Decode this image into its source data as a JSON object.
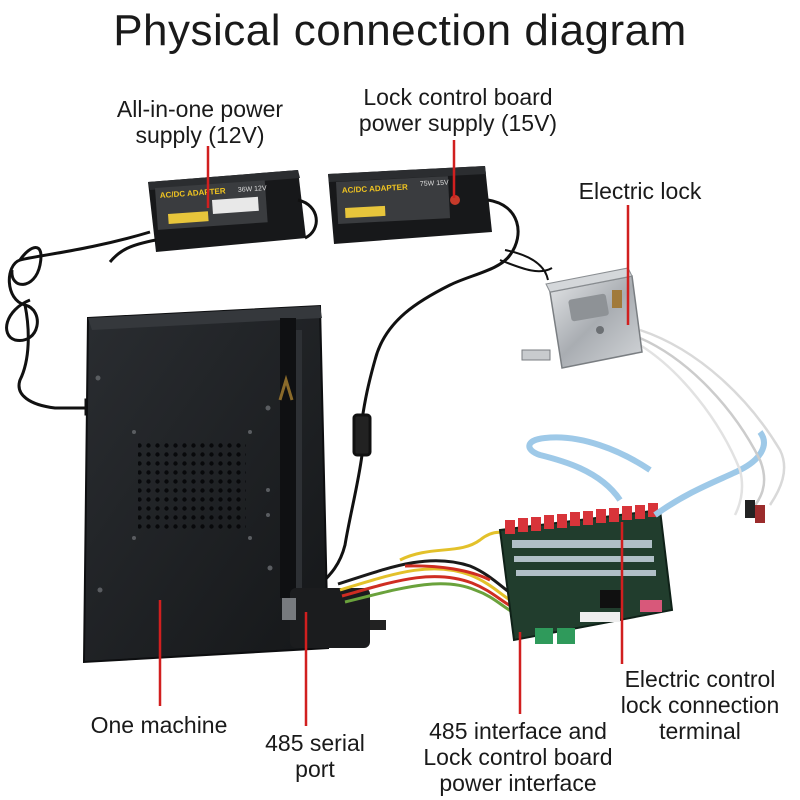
{
  "title": "Physical connection diagram",
  "labels": {
    "power_12v": [
      "All-in-one power",
      "supply (12V)"
    ],
    "power_15v": [
      "Lock control board",
      "power supply (15V)"
    ],
    "electric_lock": [
      "Electric lock"
    ],
    "control_terminal": [
      "Electric control",
      "lock connection",
      "terminal"
    ],
    "one_machine": [
      "One machine"
    ],
    "serial_port": [
      "485 serial",
      "port"
    ],
    "interface": [
      "485 interface and",
      "Lock control board",
      "power interface"
    ]
  },
  "adapter_brand": "AC/DC ADAPTER",
  "adapter_12v_rating": "36W 12V",
  "adapter_15v_rating": "75W 15V",
  "colors": {
    "pointer_line": "#d11f1f",
    "device_body": "#1d1f22",
    "board_green": "#1f3b2c",
    "relay_red": "#d8343a",
    "lock_metal": "#b9bcc0",
    "cable_blue": "#9ec9e8"
  }
}
